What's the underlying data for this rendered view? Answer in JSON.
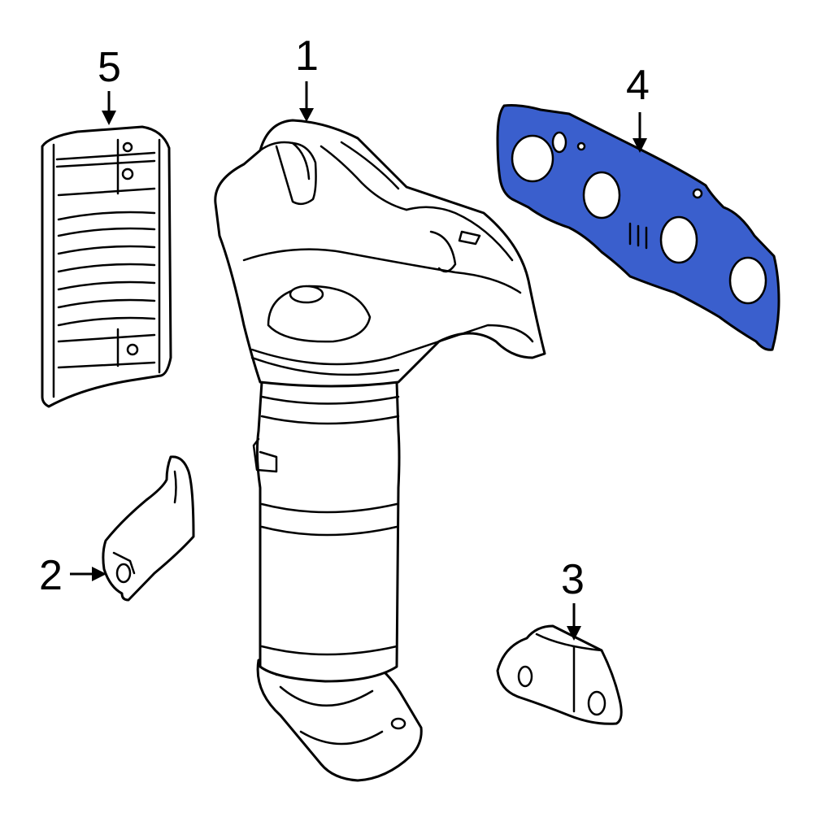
{
  "diagram": {
    "highlight_color": "#3a5fcd",
    "outline_color": "#000000",
    "background_color": "#ffffff",
    "callouts": [
      {
        "id": "1",
        "label": "1"
      },
      {
        "id": "2",
        "label": "2"
      },
      {
        "id": "3",
        "label": "3"
      },
      {
        "id": "4",
        "label": "4"
      },
      {
        "id": "5",
        "label": "5"
      }
    ]
  }
}
